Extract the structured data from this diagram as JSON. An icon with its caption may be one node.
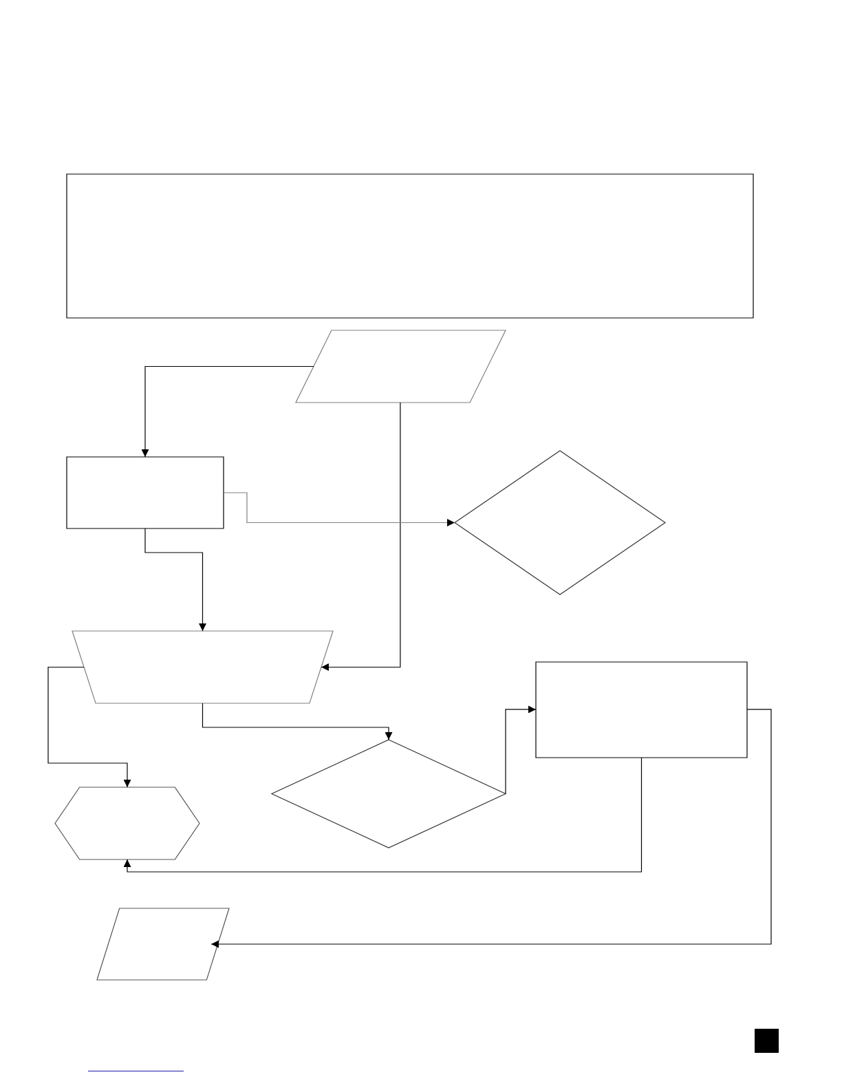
{
  "diagram": {
    "nodes": [
      {
        "text": [],
        "shape": "box"
      },
      {
        "text": [],
        "shape": "parallelogram"
      },
      {
        "text": [],
        "shape": "box"
      },
      {
        "text": [],
        "shape": "diamond"
      },
      {
        "text": [],
        "shape": "trapezoid"
      },
      {
        "text": [],
        "shape": "box"
      },
      {
        "text": [],
        "shape": "diamond"
      },
      {
        "text": [],
        "shape": "hexagon"
      },
      {
        "text": [],
        "shape": "parallelogram"
      }
    ],
    "edges": [
      {
        "from": 1,
        "to": 2,
        "arrow": "to"
      },
      {
        "from": 1,
        "to": 4,
        "arrow": "to"
      },
      {
        "from": 2,
        "to": 3,
        "arrow": "to",
        "color": "#808080"
      },
      {
        "from": 2,
        "to": 4,
        "arrow": "to"
      },
      {
        "from": 4,
        "to": 7,
        "arrow": "to"
      },
      {
        "from": 4,
        "to": 6,
        "arrow": "to"
      },
      {
        "from": 6,
        "to": 5,
        "arrow": "to"
      },
      {
        "from": 5,
        "to": 7,
        "arrow": "to"
      },
      {
        "from": 5,
        "to": 8,
        "arrow": "to"
      }
    ]
  }
}
